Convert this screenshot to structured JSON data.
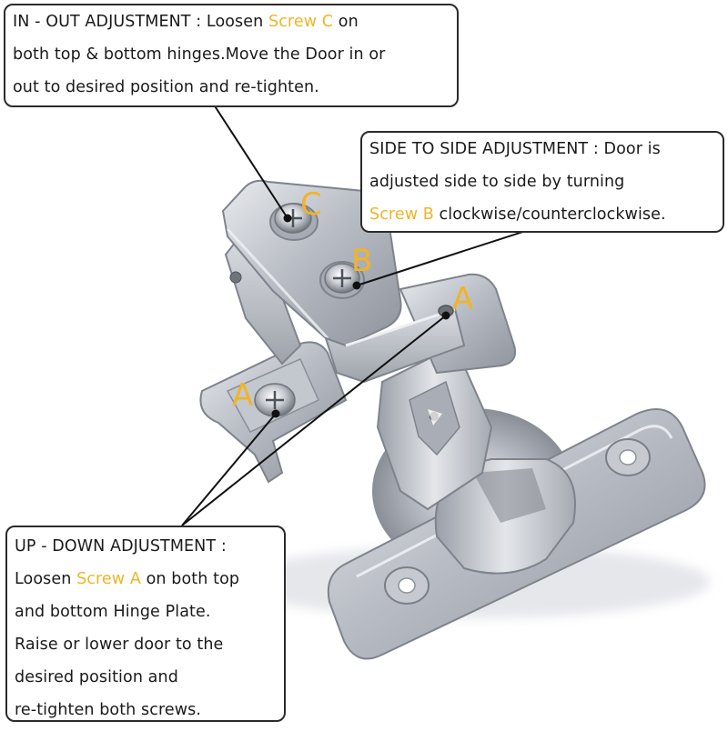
{
  "callouts": {
    "in_out": {
      "title": "IN - OUT ADJUSTMENT : Loosen ",
      "highlight": "Screw C",
      "line1_tail": " on",
      "line2": "both top & bottom hinges.Move the Door in or",
      "line3": "out to desired position and re-tighten."
    },
    "side_to_side": {
      "line1": "SIDE TO SIDE ADJUSTMENT : Door is",
      "line2": "adjusted side to side by turning",
      "highlight": "Screw B",
      "line3_tail": " clockwise/counterclockwise."
    },
    "up_down": {
      "line1": "UP - DOWN ADJUSTMENT :",
      "line2_head": "Loosen ",
      "highlight": "Screw A",
      "line2_tail": " on both top",
      "line3": "and bottom Hinge Plate.",
      "line4": "Raise or lower door to the",
      "line5": "desired position and",
      "line6": "re-tighten both screws."
    }
  },
  "labels": {
    "screw_c": "C",
    "screw_b": "B",
    "screw_a_left": "A",
    "screw_a_right": "A"
  },
  "colors": {
    "highlight": "#f0b429",
    "text": "#1a1a1a",
    "border": "#2b2b2b",
    "metal": "#b8bcc4"
  }
}
